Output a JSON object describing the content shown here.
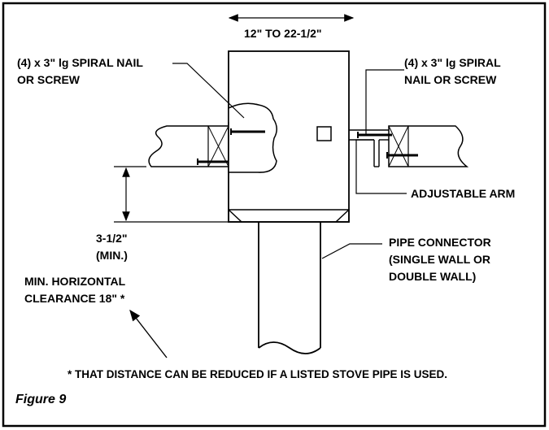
{
  "figure": {
    "caption": "Figure 9",
    "labels": {
      "width_range": "12\" TO 22-1/2\"",
      "nail_left_line1": "(4) x 3\" lg SPIRAL NAIL",
      "nail_left_line2": "OR SCREW",
      "nail_right_line1": "(4) x 3\" lg SPIRAL",
      "nail_right_line2": "NAIL OR SCREW",
      "adjustable_arm": "ADJUSTABLE ARM",
      "offset_line1": "3-1/2\"",
      "offset_line2": "(MIN.)",
      "pipe_line1": "PIPE CONNECTOR",
      "pipe_line2": "(SINGLE WALL OR",
      "pipe_line3": "DOUBLE WALL)",
      "clearance_line1": "MIN. HORIZONTAL",
      "clearance_line2": "CLEARANCE 18\" *",
      "footnote": "* THAT DISTANCE CAN BE REDUCED IF A LISTED STOVE PIPE IS USED."
    }
  }
}
